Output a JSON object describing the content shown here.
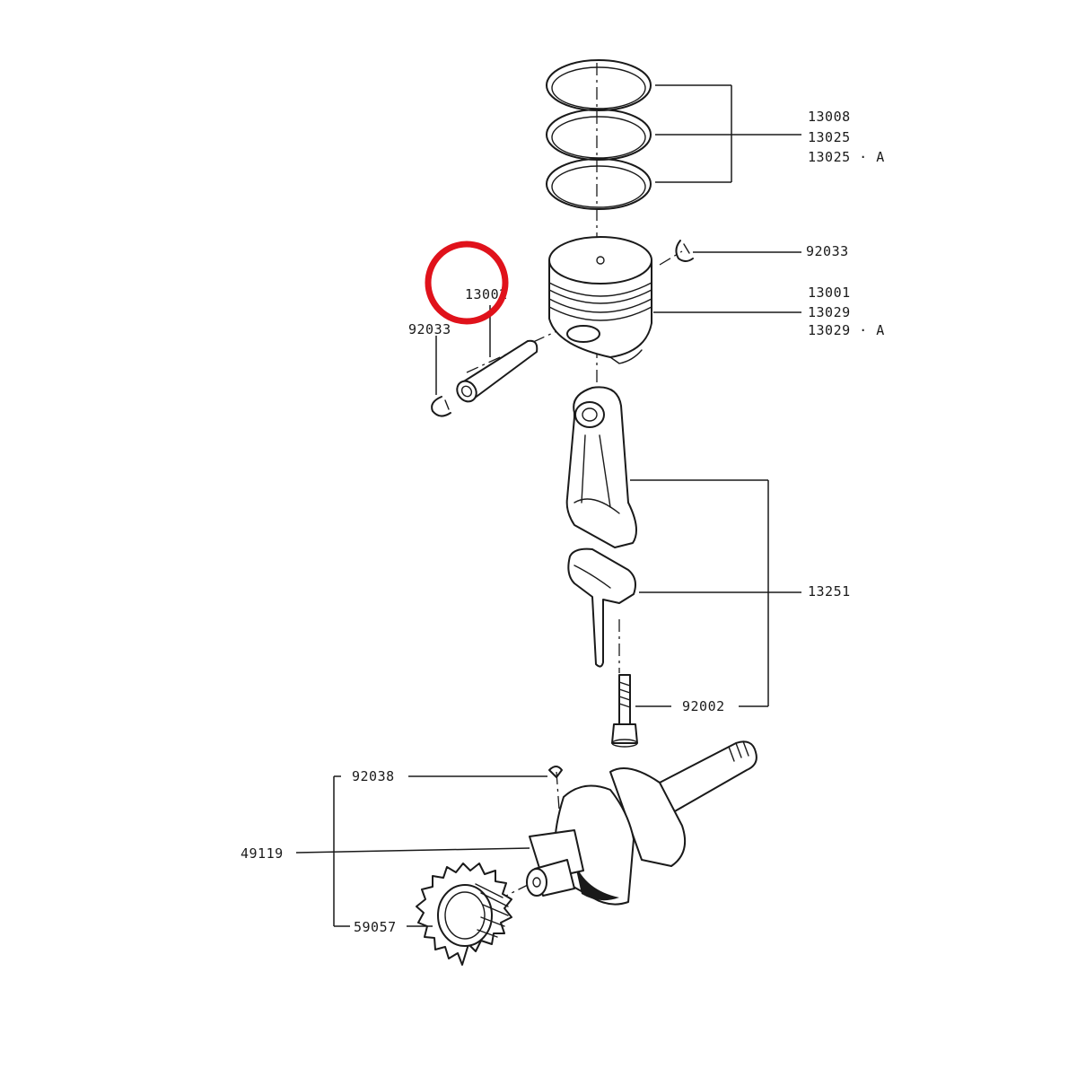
{
  "labels": {
    "rings_1": "13008",
    "rings_2": "13025",
    "rings_3": "13025 · A",
    "clip_right": "92033",
    "piston_1": "13001",
    "piston_2": "13029",
    "piston_3": "13029 · A",
    "pin": "13002",
    "clip_left": "92033",
    "conrod": "13251",
    "bolt": "92002",
    "key": "92038",
    "crankshaft": "49119",
    "gear": "59057"
  },
  "colors": {
    "ink": "#1a1a1a",
    "highlight": "#e0121b",
    "background": "#ffffff"
  }
}
